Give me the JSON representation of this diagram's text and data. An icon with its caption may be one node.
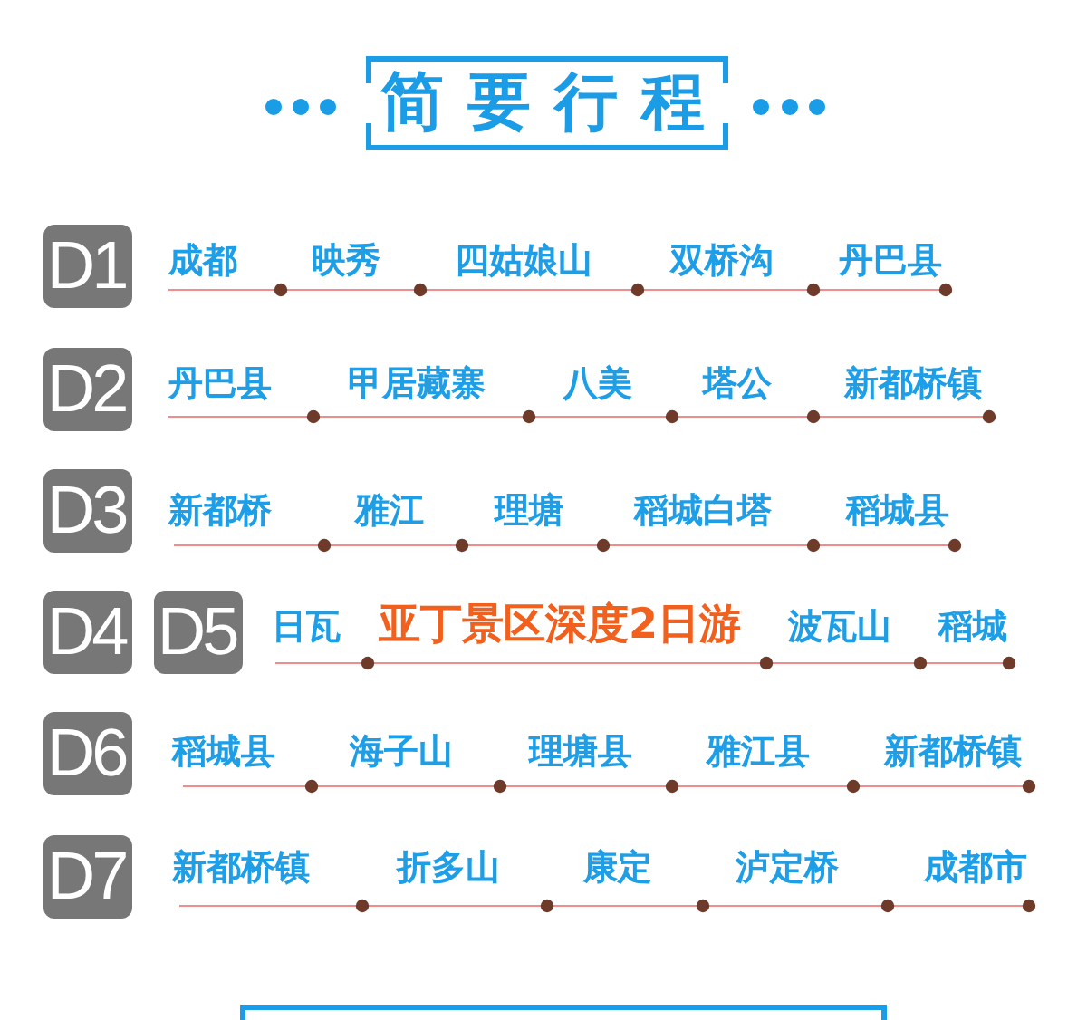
{
  "diagram": {
    "title": "简要行程",
    "nodes": [
      {
        "text": [
          "D1"
        ]
      },
      {
        "text": [
          "D2"
        ]
      },
      {
        "text": [
          "D3"
        ]
      },
      {
        "text": [
          "D4"
        ]
      },
      {
        "text": [
          "D5"
        ]
      },
      {
        "text": [
          "D6"
        ]
      },
      {
        "text": [
          "D7"
        ]
      }
    ],
    "labels": [
      "成都",
      "映秀",
      "四姑娘山",
      "双桥沟",
      "丹巴县",
      "丹巴县",
      "甲居藏寨",
      "八美",
      "塔公",
      "新都桥镇",
      "新都桥",
      "雅江",
      "理塘",
      "稻城白塔",
      "稻城县",
      "日瓦",
      "亚丁景区深度2日游",
      "波瓦山",
      "稻城",
      "稻城县",
      "海子山",
      "理塘县",
      "雅江县",
      "新都桥镇",
      "新都桥镇",
      "折多山",
      "康定",
      "泸定桥",
      "成都市"
    ]
  }
}
